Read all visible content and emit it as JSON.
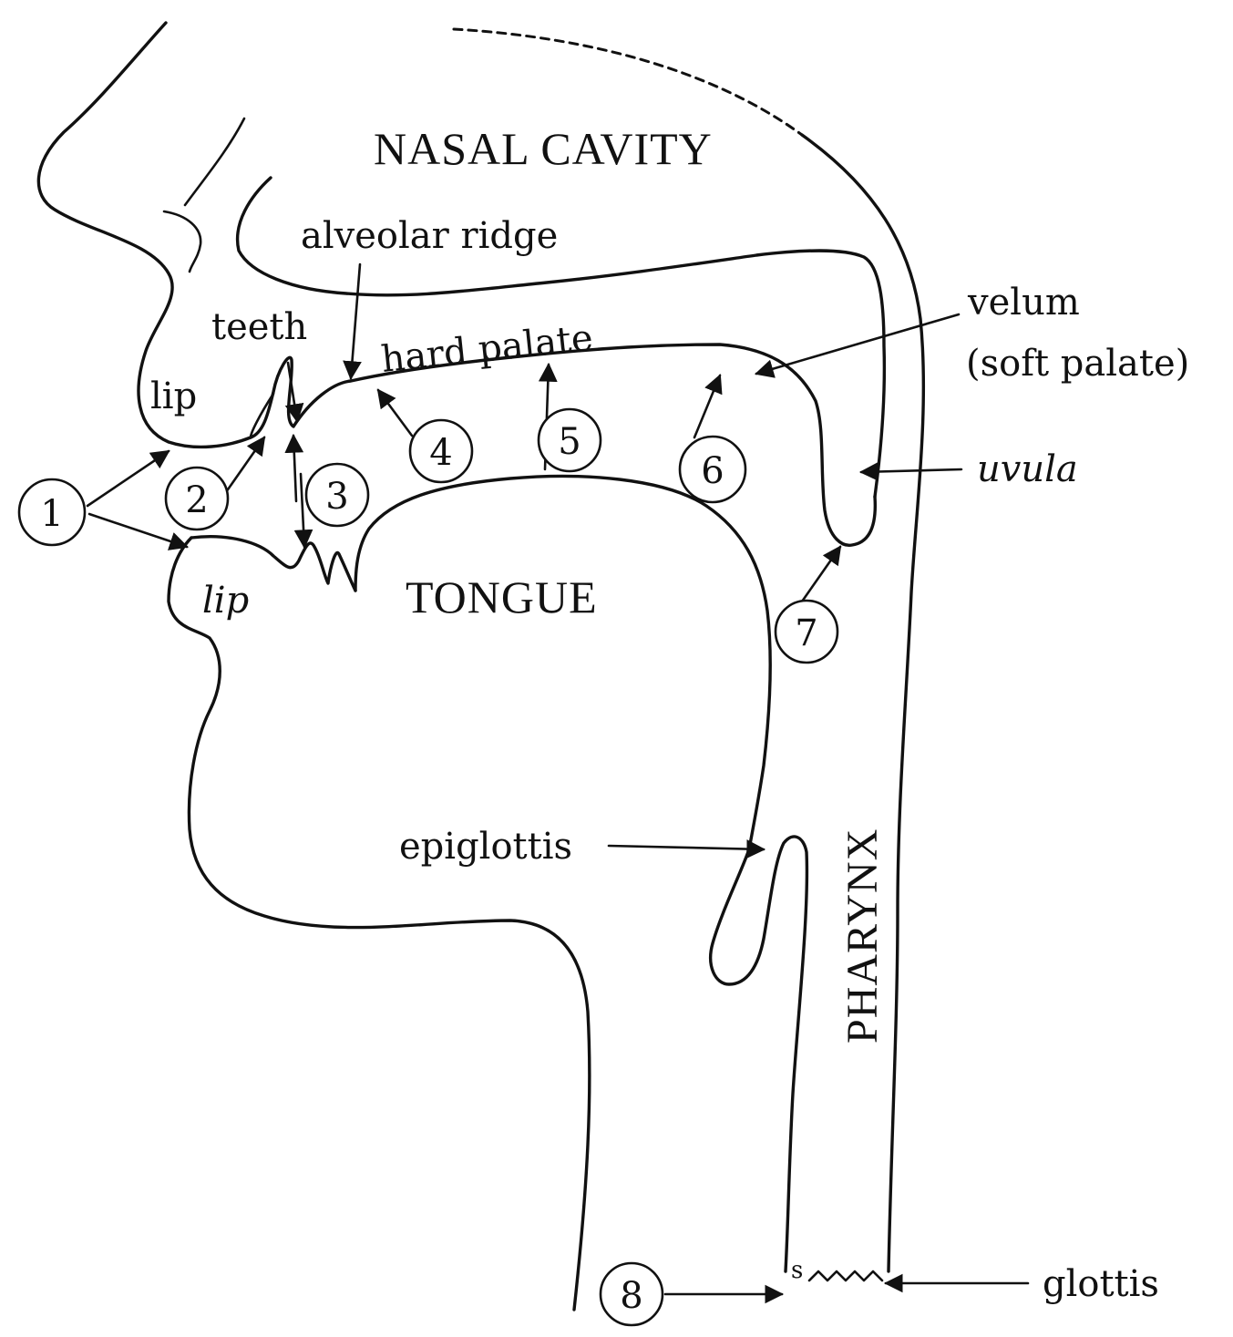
{
  "regions": {
    "nasal_cavity": "NASAL CAVITY",
    "tongue": "TONGUE",
    "pharynx": "PHARYNX"
  },
  "labels": {
    "alveolar_ridge": "alveolar ridge",
    "teeth": "teeth",
    "hard_palate": "hard palate",
    "upper_lip": "lip",
    "lower_lip": "lip",
    "velum": "velum",
    "soft_palate": "(soft palate)",
    "uvula": "uvula",
    "epiglottis": "epiglottis",
    "glottis": "glottis",
    "glottis_mark": "s"
  },
  "places_of_articulation": [
    "1",
    "2",
    "3",
    "4",
    "5",
    "6",
    "7",
    "8"
  ]
}
